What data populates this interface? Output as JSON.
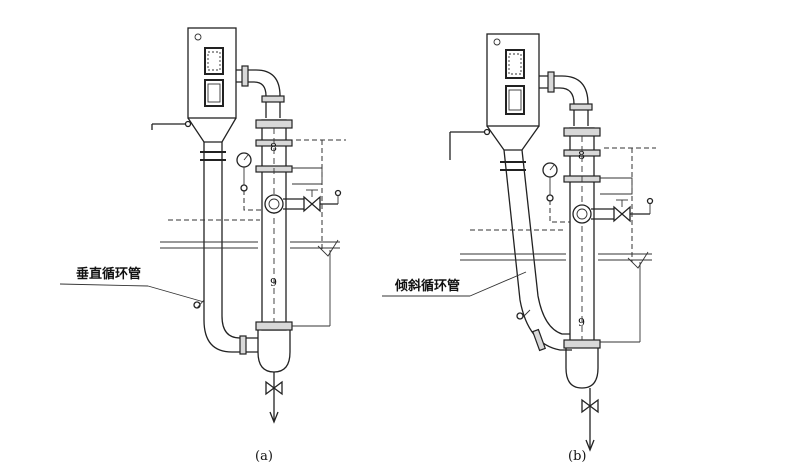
{
  "figure_a": {
    "caption": "(a)",
    "callout": "垂直循环管",
    "stage_top": "8",
    "stage_bottom": "9"
  },
  "figure_b": {
    "caption": "(b)",
    "callout": "倾斜循环管",
    "stage_top": "8",
    "stage_bottom": "9"
  }
}
